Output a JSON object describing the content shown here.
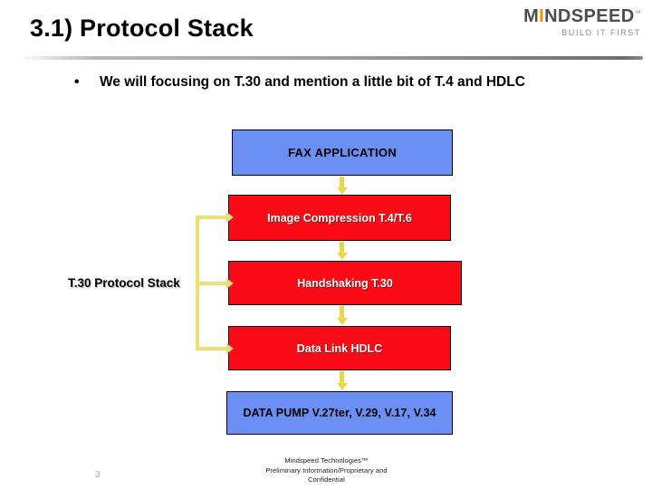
{
  "slide": {
    "title": "3.1) Protocol Stack",
    "page_number": "3"
  },
  "brand": {
    "wordmark_accent": "I",
    "wordmark_before": "M",
    "wordmark_after": "NDSPEED",
    "trademark": "™",
    "tagline": "BUILD IT FIRST",
    "accent_color": "#f39200",
    "text_color": "#4d4d4d"
  },
  "bullets": [
    {
      "marker": "•",
      "text": "We will focusing on T.30 and mention a little bit of T.4 and HDLC"
    }
  ],
  "diagram": {
    "group_label": "T.30 Protocol Stack",
    "colors": {
      "blue_fill": "#6a8ff5",
      "red_fill": "#fa0a14",
      "arrow_yellow": "#e8d84a",
      "bracket_yellow": "#ecdf74",
      "border": "#000000"
    },
    "layers": [
      {
        "id": "fax",
        "label": "FAX APPLICATION",
        "fill": "blue",
        "in_group": false
      },
      {
        "id": "image",
        "label": "Image Compression T.4/T.6",
        "fill": "red",
        "in_group": true
      },
      {
        "id": "handshake",
        "label": "Handshaking T.30",
        "fill": "red",
        "in_group": true
      },
      {
        "id": "datalink",
        "label": "Data Link HDLC",
        "fill": "red",
        "in_group": true
      },
      {
        "id": "datapump",
        "label": "DATA PUMP V.27ter, V.29, V.17, V.34",
        "fill": "blue",
        "in_group": false
      }
    ],
    "connectors": [
      {
        "from": "fax",
        "to": "image"
      },
      {
        "from": "image",
        "to": "handshake"
      },
      {
        "from": "handshake",
        "to": "datalink"
      },
      {
        "from": "datalink",
        "to": "datapump"
      }
    ]
  },
  "footer": {
    "line1": "Mindspeed Technologies™",
    "line2": "Preliminary Information/Proprietary and",
    "line3": "Confidential"
  }
}
